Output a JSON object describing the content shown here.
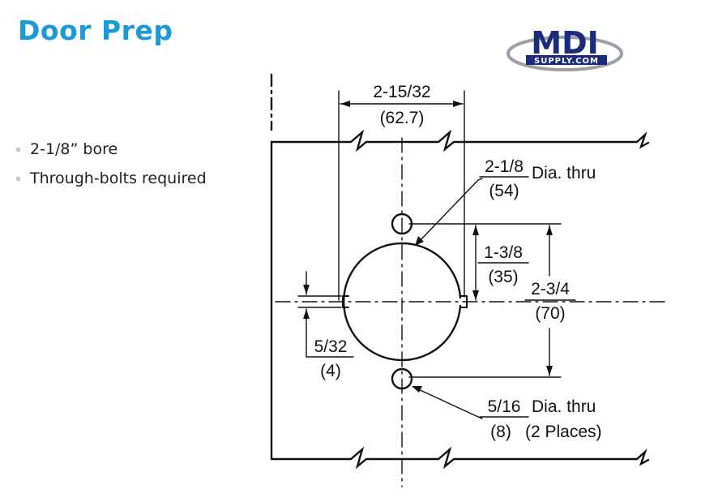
{
  "page": {
    "title": "Door Prep",
    "bullets": [
      "2-1/8” bore",
      "Through-bolts required"
    ]
  },
  "logo": {
    "main_text": "MDI",
    "sub_text": "SUPPLY.COM"
  },
  "diagram": {
    "dimensions": [
      {
        "value": "2-15/32",
        "metric": "(62.7)"
      },
      {
        "value": "2-1/8",
        "metric": "(54)",
        "note": "Dia. thru"
      },
      {
        "value": "1-3/8",
        "metric": "(35)"
      },
      {
        "value": "2-3/4",
        "metric": "(70)"
      },
      {
        "value": "5/32",
        "metric": "(4)"
      },
      {
        "value": "5/16",
        "metric": "(8)",
        "note": "Dia. thru",
        "note2": "(2 Places)"
      }
    ]
  },
  "colors": {
    "title": "#1a9ad6",
    "bullet": "#c8c8c8",
    "line": "#111111",
    "logo_navy": "#1b2a7a",
    "logo_ring": "#9aa0a8"
  },
  "icons": {
    "bullet": "square-bullet-icon"
  }
}
